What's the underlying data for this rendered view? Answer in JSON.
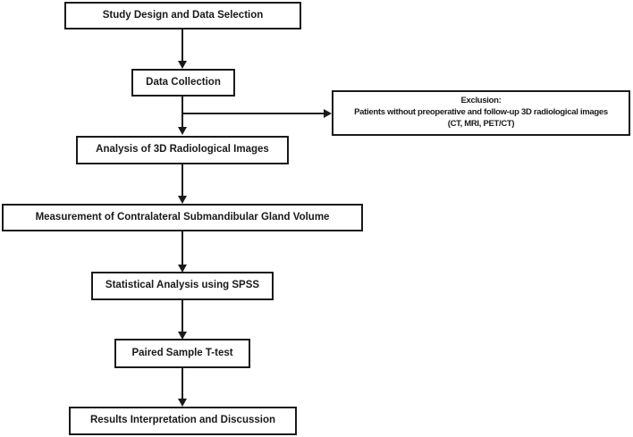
{
  "flowchart": {
    "title": "Study methodology flowchart",
    "colors": {
      "background": "#ffffff",
      "box_border": "#1a1a1a",
      "text": "#1a1a1a",
      "arrow": "#1a1a1a"
    },
    "nodes": [
      {
        "id": "study-design",
        "label": "Study Design and Data Selection"
      },
      {
        "id": "data-collection",
        "label": "Data Collection"
      },
      {
        "id": "analysis",
        "label": "Analysis of 3D Radiological Images"
      },
      {
        "id": "measurement",
        "label": "Measurement of Contralateral Submandibular Gland Volume"
      },
      {
        "id": "spss",
        "label": "Statistical Analysis using SPSS"
      },
      {
        "id": "ttest",
        "label": "Paired Sample T-test"
      },
      {
        "id": "results",
        "label": "Results Interpretation and Discussion"
      }
    ],
    "exclusion": {
      "title": "Exclusion:",
      "line1": "Patients without preoperative and follow-up 3D radiological images",
      "line2": "(CT, MRI, PET/CT)"
    }
  }
}
